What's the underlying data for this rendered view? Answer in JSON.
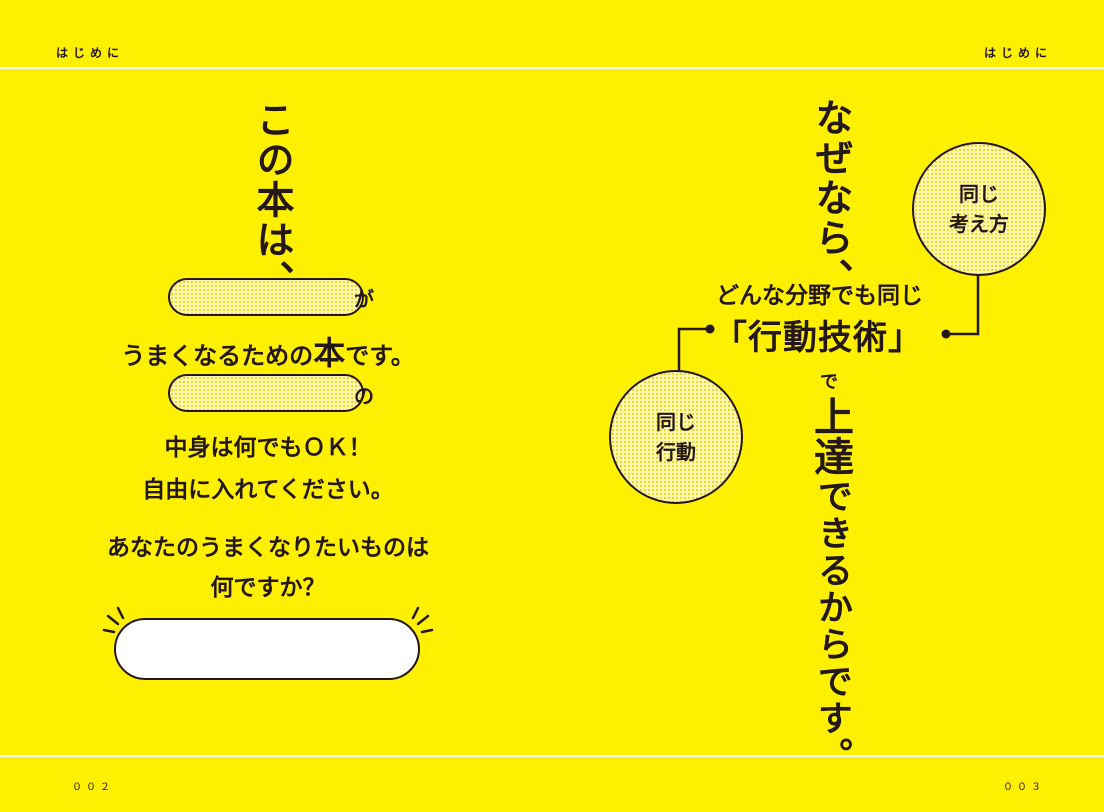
{
  "header": {
    "left_title": "はじめに",
    "right_title": "はじめに"
  },
  "left_page": {
    "vertical_title": "この本は、",
    "particle_ga": "が",
    "line1_pre": "うまくなるための",
    "line1_emph": "本",
    "line1_post": "です。",
    "particle_no": "の",
    "line2": "中身は何でもＯＫ！",
    "line3": "自由に入れてください。",
    "question1": "あなたのうまくなりたいものは",
    "question2": "何ですか？",
    "answer_value": ""
  },
  "right_page": {
    "vertical_intro": "なぜなら、",
    "caption": "どんな分野でも同じ",
    "headline": "「行動技術」",
    "particle_de": "で",
    "vertical_big": "上達",
    "vertical_rest": "できるからです。",
    "circle_top": {
      "line1": "同じ",
      "line2": "考え方"
    },
    "circle_left": {
      "line1": "同じ",
      "line2": "行動"
    }
  },
  "footer": {
    "left_page_number": "００２",
    "right_page_number": "００３"
  },
  "colors": {
    "background": "#fff000",
    "ink": "#231815",
    "dot": "#e9d400"
  }
}
